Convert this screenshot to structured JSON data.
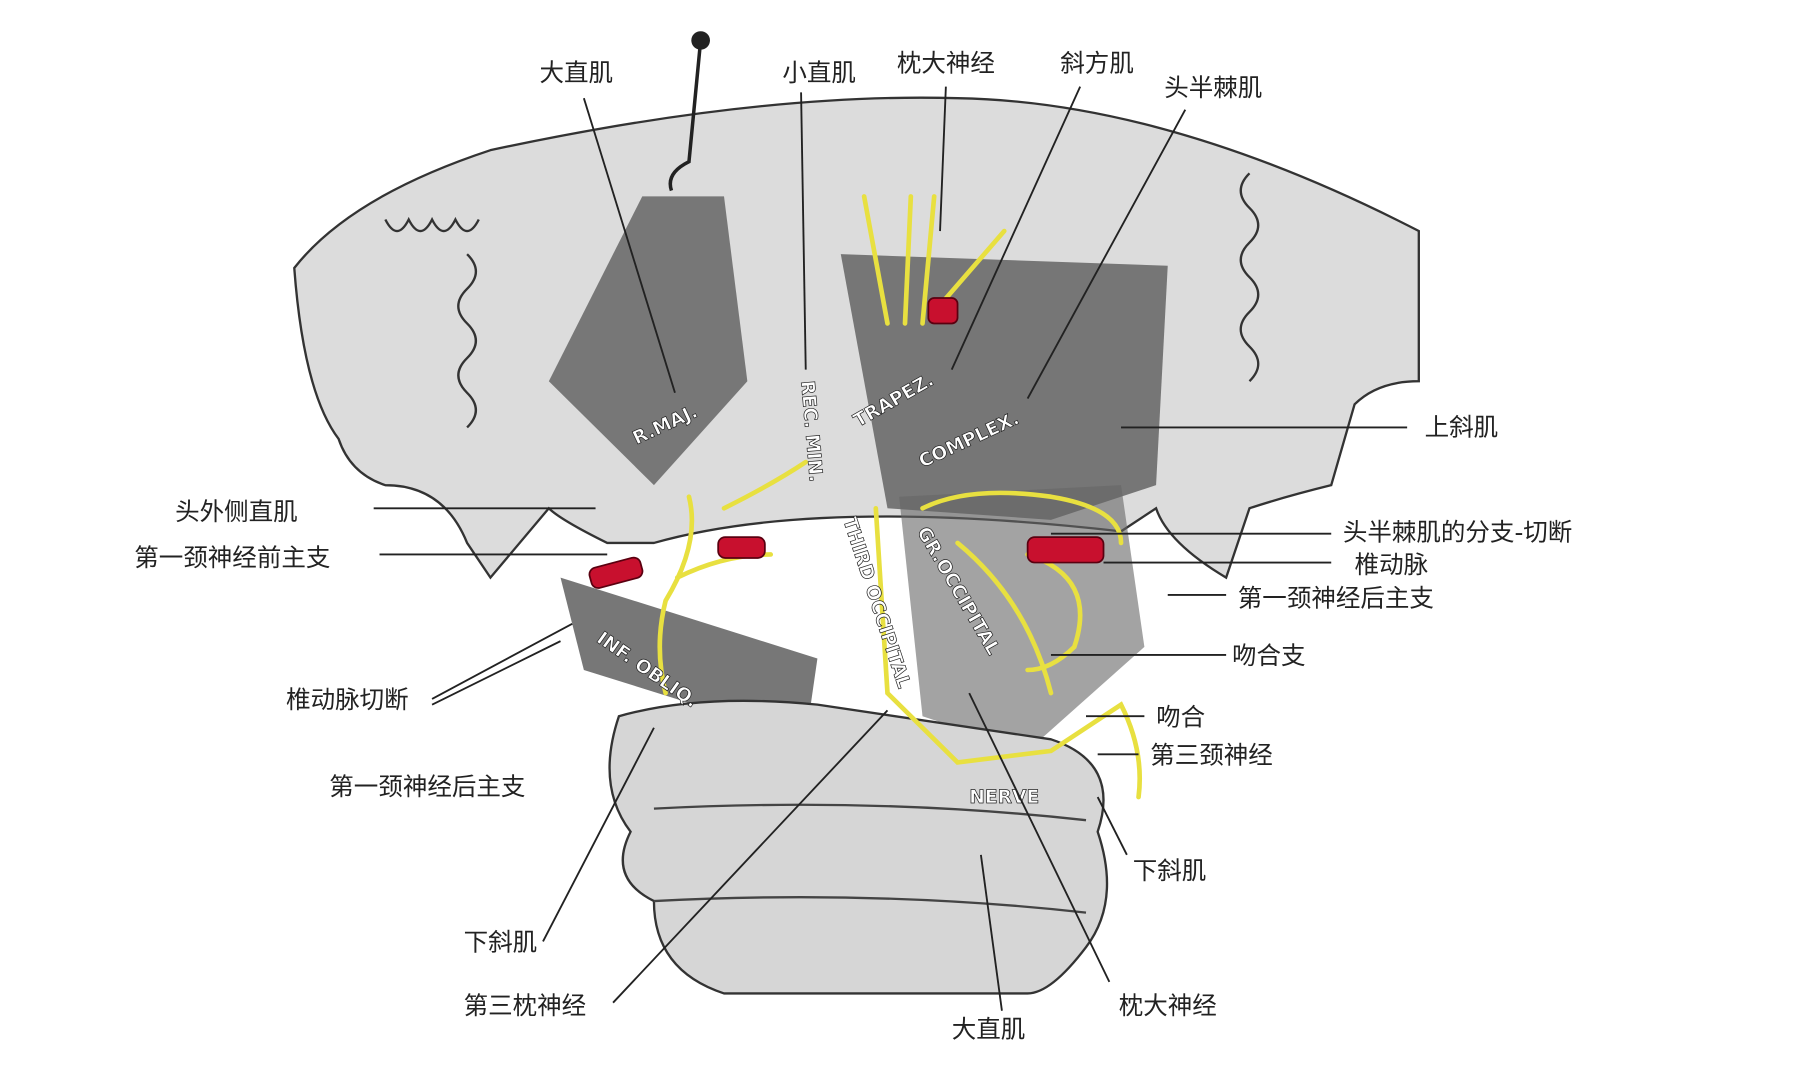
{
  "labels": {
    "rectus_major_top": "大直肌",
    "rectus_minor": "小直肌",
    "greater_occipital_top": "枕大神经",
    "trapezius": "斜方肌",
    "semispinalis": "头半棘肌",
    "superior_oblique": "上斜肌",
    "rectus_lateralis": "头外侧直肌",
    "c1_anterior_ramus": "第一颈神经前主支",
    "semispinalis_branch_cut": "头半棘肌的分支-切断",
    "vertebral_artery": "椎动脉",
    "c1_posterior_ramus_right": "第一颈神经后主支",
    "anastomotic_branch": "吻合支",
    "anastomosis": "吻合",
    "c3_nerve": "第三颈神经",
    "inferior_oblique_right": "下斜肌",
    "greater_occipital_bottom": "枕大神经",
    "rectus_major_bottom": "大直肌",
    "third_occipital": "第三枕神经",
    "inferior_oblique_left": "下斜肌",
    "c1_posterior_ramus_left": "第一颈神经后主支",
    "vertebral_artery_cut": "椎动脉切断"
  },
  "embedded_text": {
    "r_maj": "R.MAJ.",
    "rec_min": "REC. MIN.",
    "trapez": "TRAPEZ.",
    "complex": "COMPLEX.",
    "third_occipital": "THIRD OCCIPITAL",
    "gr_occipital": "GR.OCCIPITAL",
    "nerve": "NERVE",
    "inf_obliq": "INF. OBLIQ."
  },
  "colors": {
    "nerve": "#e8e040",
    "artery": "#c8102e",
    "bone": "#d8d8d8"
  }
}
